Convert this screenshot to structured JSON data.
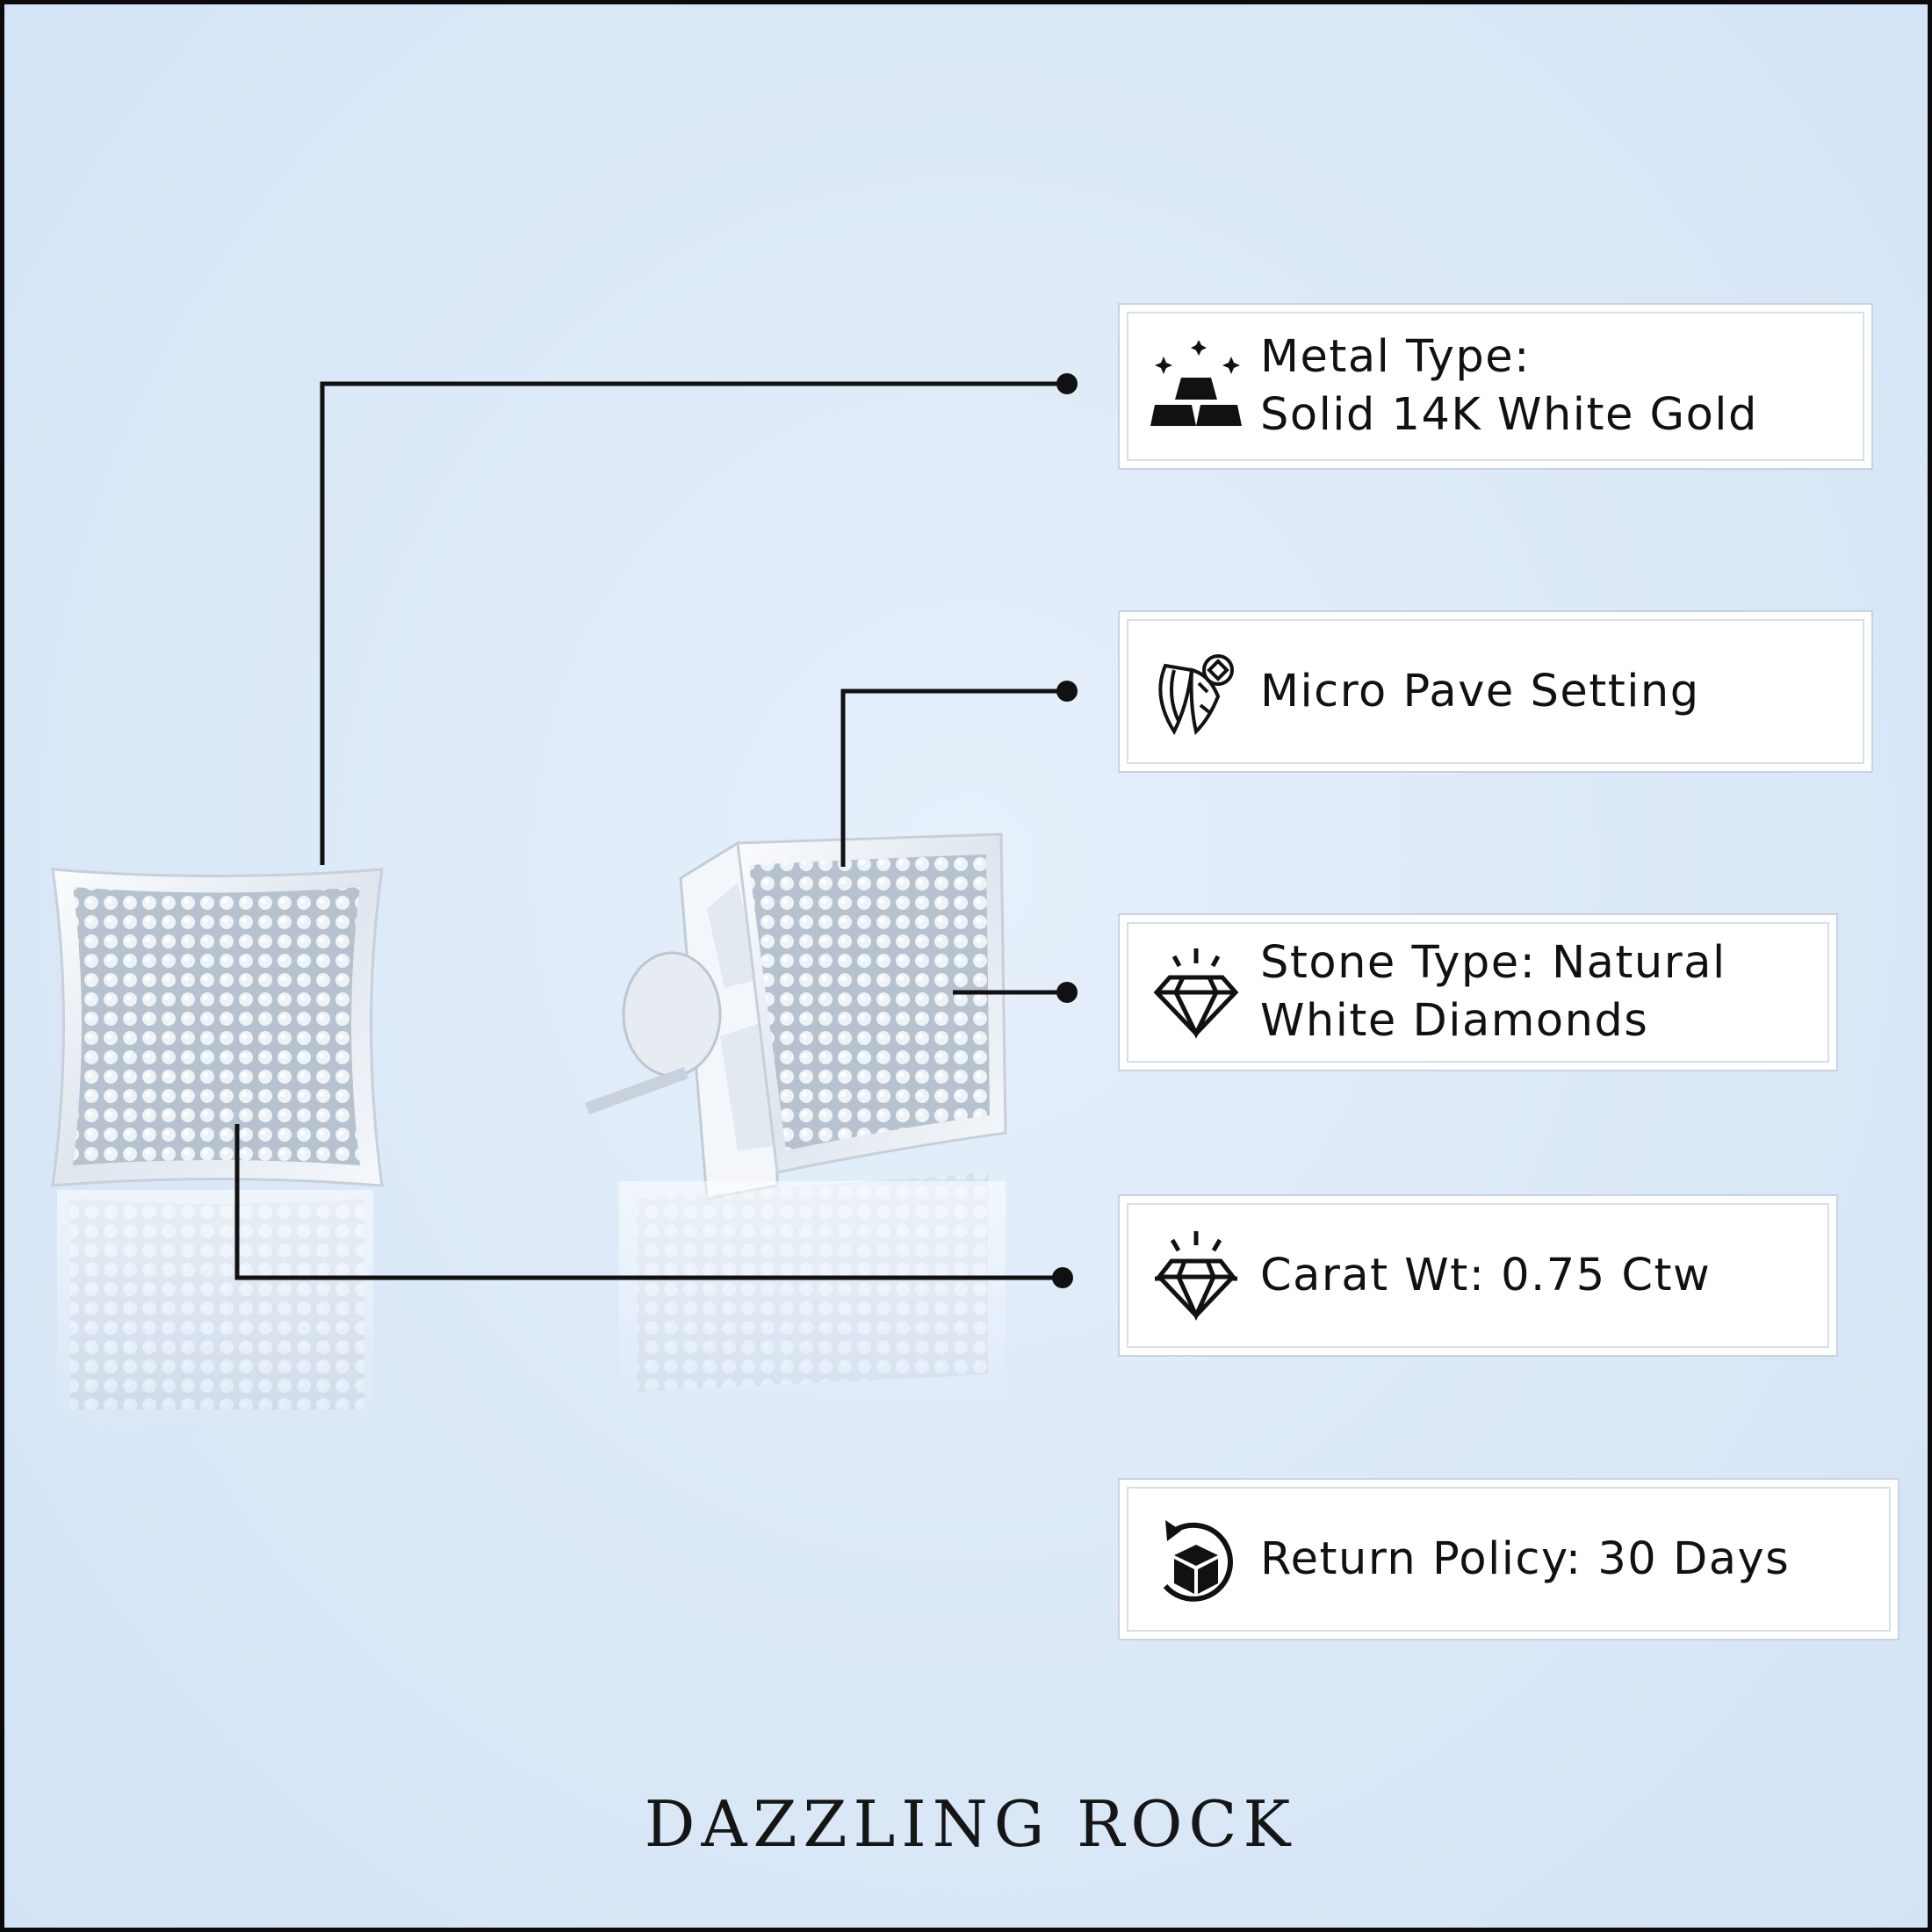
{
  "brand": "DAZZLING ROCK",
  "colors": {
    "background": "#dbe8f7",
    "text": "#111111",
    "card": "#ffffff",
    "line": "#111111"
  },
  "features": [
    {
      "icon": "gold-bars-icon",
      "line1": "Metal Type:",
      "line2": "Solid 14K White Gold"
    },
    {
      "icon": "pave-setting-icon",
      "line1": "Micro Pave Setting",
      "line2": ""
    },
    {
      "icon": "diamond-icon",
      "line1": "Stone Type: Natural",
      "line2": "White Diamonds"
    },
    {
      "icon": "diamond-sparkle-icon",
      "line1": "Carat Wt: 0.75 Ctw",
      "line2": ""
    },
    {
      "icon": "return-box-icon",
      "line1": "Return Policy: 30 Days",
      "line2": ""
    }
  ]
}
